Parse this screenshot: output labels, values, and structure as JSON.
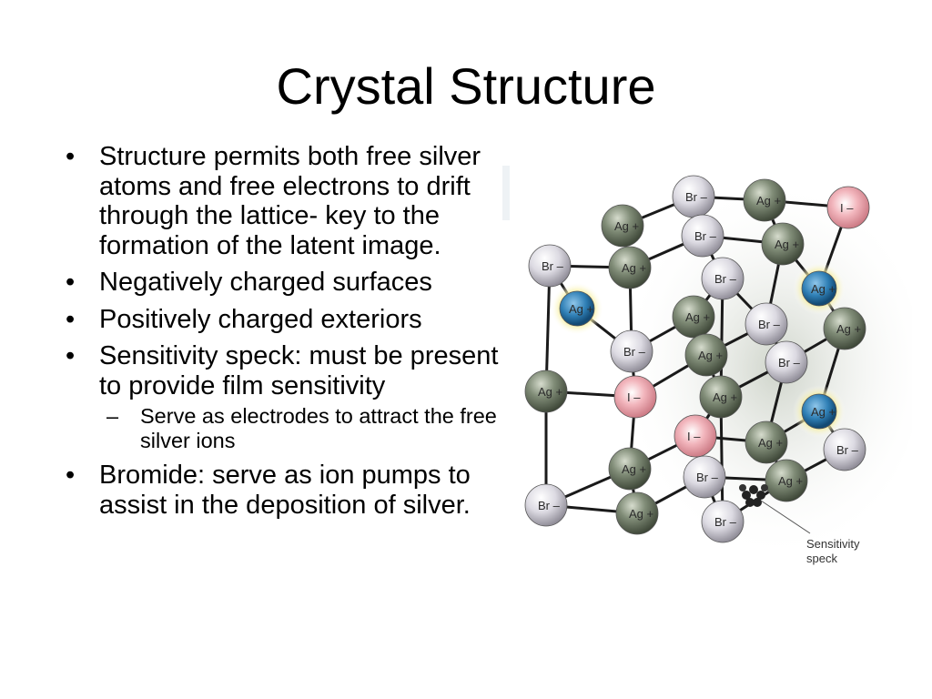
{
  "slide": {
    "title": "Crystal Structure",
    "bullets": [
      {
        "marker": "•",
        "text": "Structure permits both free silver atoms and free electrons to drift through the lattice- key to the formation of the latent image."
      },
      {
        "marker": "•",
        "text": "Negatively charged surfaces"
      },
      {
        "marker": "•",
        "text": "Positively charged exteriors"
      },
      {
        "marker": "•",
        "text": "Sensitivity speck: must be present to provide film sensitivity",
        "sub": [
          {
            "marker": "–",
            "text": "Serve as electrodes to attract the free silver ions"
          }
        ]
      },
      {
        "marker": "•",
        "text": "Bromide: serve as ion pumps to assist in the deposition of silver."
      }
    ]
  },
  "figure": {
    "labels": {
      "ag": "Ag +",
      "br": "Br –",
      "i": "I –",
      "speck_line1": "Sensitivity",
      "speck_line2": "speck"
    },
    "colors": {
      "ag_fill": "#6e7a66",
      "br_fill": "#d9d7de",
      "i_fill": "#e89aa4",
      "free_silver_fill": "#2f7fb5",
      "free_silver_ring": "#e8d84a",
      "bond": "#1a1a1a"
    }
  }
}
